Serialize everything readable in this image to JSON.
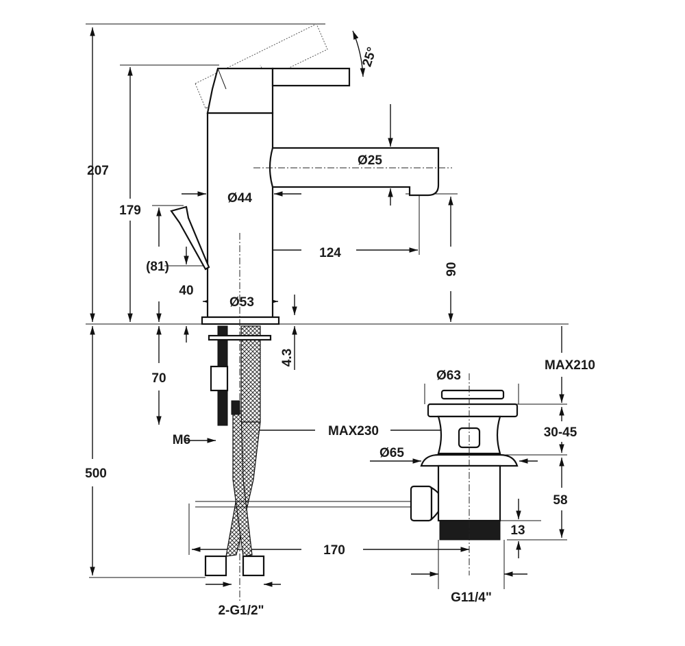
{
  "drawing": {
    "title": "Basin mixer with pop-up waste — dimension drawing",
    "labels": {
      "angle": "25°",
      "total_height": "207",
      "spout_height": "179",
      "spout_dia": "Ø25",
      "body_dia": "Ø44",
      "reach": "124",
      "outlet_height": "90",
      "rod_height": "(81)",
      "rod_base": "40",
      "base_dia": "Ø53",
      "base_thickness": "4.3",
      "stud_length": "70",
      "max_deck_waste": "MAX210",
      "plug_dia": "Ø63",
      "max_deck_tap": "MAX230",
      "deck_range": "30-45",
      "stud_thread": "M6",
      "flange_dia": "Ø65",
      "hose_length": "500",
      "waste_height": "58",
      "thread_length": "13",
      "rod_length": "170",
      "hose_thread": "2-G1/2\"",
      "waste_thread": "G11/4\""
    },
    "colors": {
      "line": "#111111",
      "text": "#1a1a1a"
    }
  }
}
